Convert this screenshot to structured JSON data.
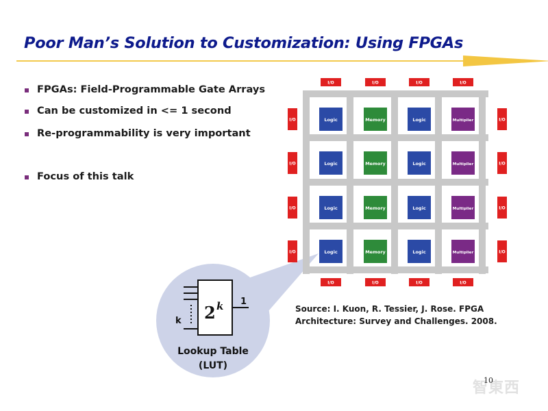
{
  "slide": {
    "title": "Poor Man’s Solution to Customization: Using FPGAs",
    "bullets": [
      "FPGAs: Field-Programmable Gate Arrays",
      "Can be customized in <= 1 second",
      "Re-programmability is very important",
      "Focus of this talk"
    ],
    "source_line1": "Source:  I. Kuon, R. Tessier, J. Rose. FPGA",
    "source_line2": "Architecture: Survey and Challenges. 2008.",
    "page_number": "10",
    "watermark": "智東西"
  },
  "fpga": {
    "io_label": "I/O",
    "rows": [
      [
        "Logic",
        "Memory",
        "Logic",
        "Multiplier"
      ],
      [
        "Logic",
        "Memory",
        "Logic",
        "Multiplier"
      ],
      [
        "Logic",
        "Memory",
        "Logic",
        "Multiplier"
      ],
      [
        "Logic",
        "Memory",
        "Logic",
        "Multiplier"
      ]
    ],
    "colors": {
      "Logic": "#2b4aa6",
      "Memory": "#2e8b3a",
      "Multiplier": "#7a2a86",
      "io": "#e02020",
      "routing": "#c8c8c8"
    }
  },
  "lut": {
    "label_line1": "Lookup Table",
    "label_line2": "(LUT)",
    "inputs_label": "k",
    "output_label": "1",
    "body_base": "2",
    "body_exp": "k",
    "circle_color": "#cdd3e8"
  }
}
